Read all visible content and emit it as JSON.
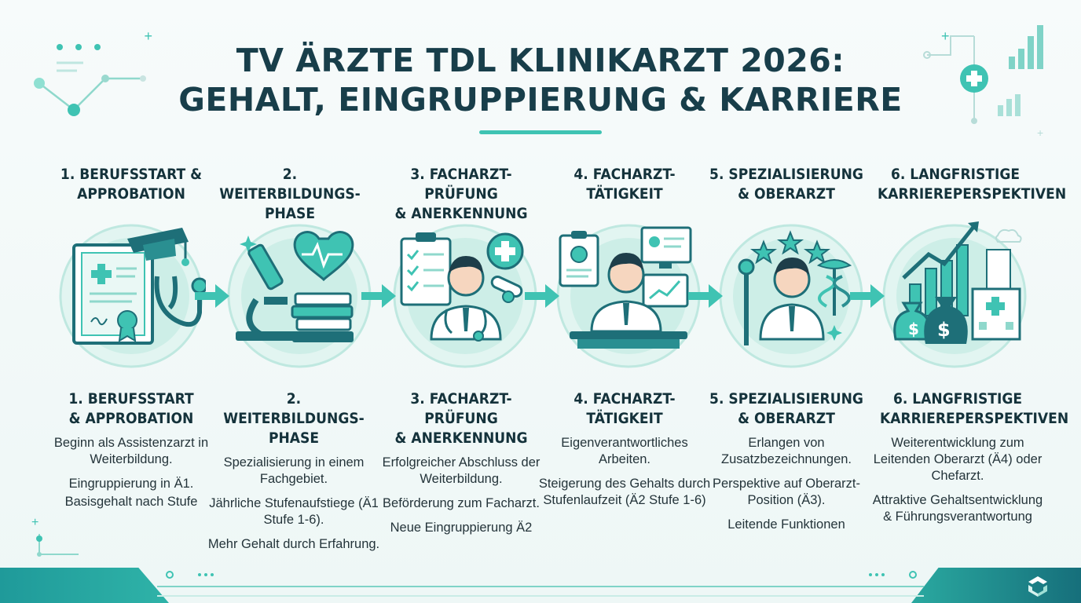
{
  "title": {
    "line1": "TV ÄRZTE TDL KLINIKARZT 2026:",
    "line2": "GEHALT, EINGRUPPIERUNG & KARRIERE"
  },
  "colors": {
    "teal": "#3fc3b3",
    "dark_teal": "#1e6f78",
    "navy": "#183e4a"
  },
  "steps": [
    {
      "title_lines": [
        "1. BERUFSSTART &",
        "APPROBATION"
      ],
      "body_title_lines": [
        "1. BERUFSSTART",
        "& APPROBATION"
      ],
      "icon": "diploma-graduation-stethoscope-icon",
      "paragraphs": [
        "Beginn als Assistenzarzt in Weiterbildung.",
        "Eingruppierung in Ä1.",
        "Basisgehalt nach Stufe"
      ]
    },
    {
      "title_lines": [
        "2. WEITERBILDUNGS-",
        "PHASE"
      ],
      "body_title_lines": [
        "2. WEITERBILDUNGS-",
        "PHASE"
      ],
      "icon": "microscope-heart-books-icon",
      "paragraphs": [
        "Spezialisierung in einem Fachgebiet.",
        "Jährliche Stufenaufstiege (Ä1 Stufe 1-6).",
        "Mehr Gehalt durch Erfahrung."
      ]
    },
    {
      "title_lines": [
        "3. FACHARZT-PRÜFUNG",
        "& ANERKENNUNG"
      ],
      "body_title_lines": [
        "3. FACHARZT-PRÜFUNG",
        "& ANERKENNUNG"
      ],
      "icon": "checklist-doctor-certificate-icon",
      "paragraphs": [
        "Erfolgreicher Abschluss der Weiterbildung.",
        "Beförderung zum Facharzt.",
        "Neue Eingruppierung Ä2"
      ]
    },
    {
      "title_lines": [
        "4. FACHARZT-",
        "TÄTIGKEIT"
      ],
      "body_title_lines": [
        "4. FACHARZT-",
        "TÄTIGKEIT"
      ],
      "icon": "doctor-desk-monitor-icon",
      "paragraphs": [
        "Eigenverantwortliches Arbeiten.",
        "Steigerung des Gehalts durch Stufenlaufzeit (Ä2 Stufe 1-6)"
      ]
    },
    {
      "title_lines": [
        "5. SPEZIALISIERUNG",
        "& OBERARZT"
      ],
      "body_title_lines": [
        "5. SPEZIALISIERUNG",
        "& OBERARZT"
      ],
      "icon": "doctor-stars-caduceus-icon",
      "paragraphs": [
        "Erlangen von Zusatzbezeichnungen.",
        "Perspektive auf Oberarzt-Position (Ä3).",
        "Leitende Funktionen"
      ]
    },
    {
      "title_lines": [
        "6. LANGFRISTIGE",
        "KARRIEREPERSPEKTIVEN"
      ],
      "body_title_lines": [
        "6. LANGFRISTIGE",
        "KARRIEREPERSPEKTIVEN"
      ],
      "icon": "growth-chart-money-hospital-icon",
      "paragraphs": [
        "Weiterentwicklung zum Leitenden Oberarzt (Ä4) oder Chefarzt.",
        "Attraktive Gehaltsentwicklung & Führungsverantwortung"
      ]
    }
  ]
}
